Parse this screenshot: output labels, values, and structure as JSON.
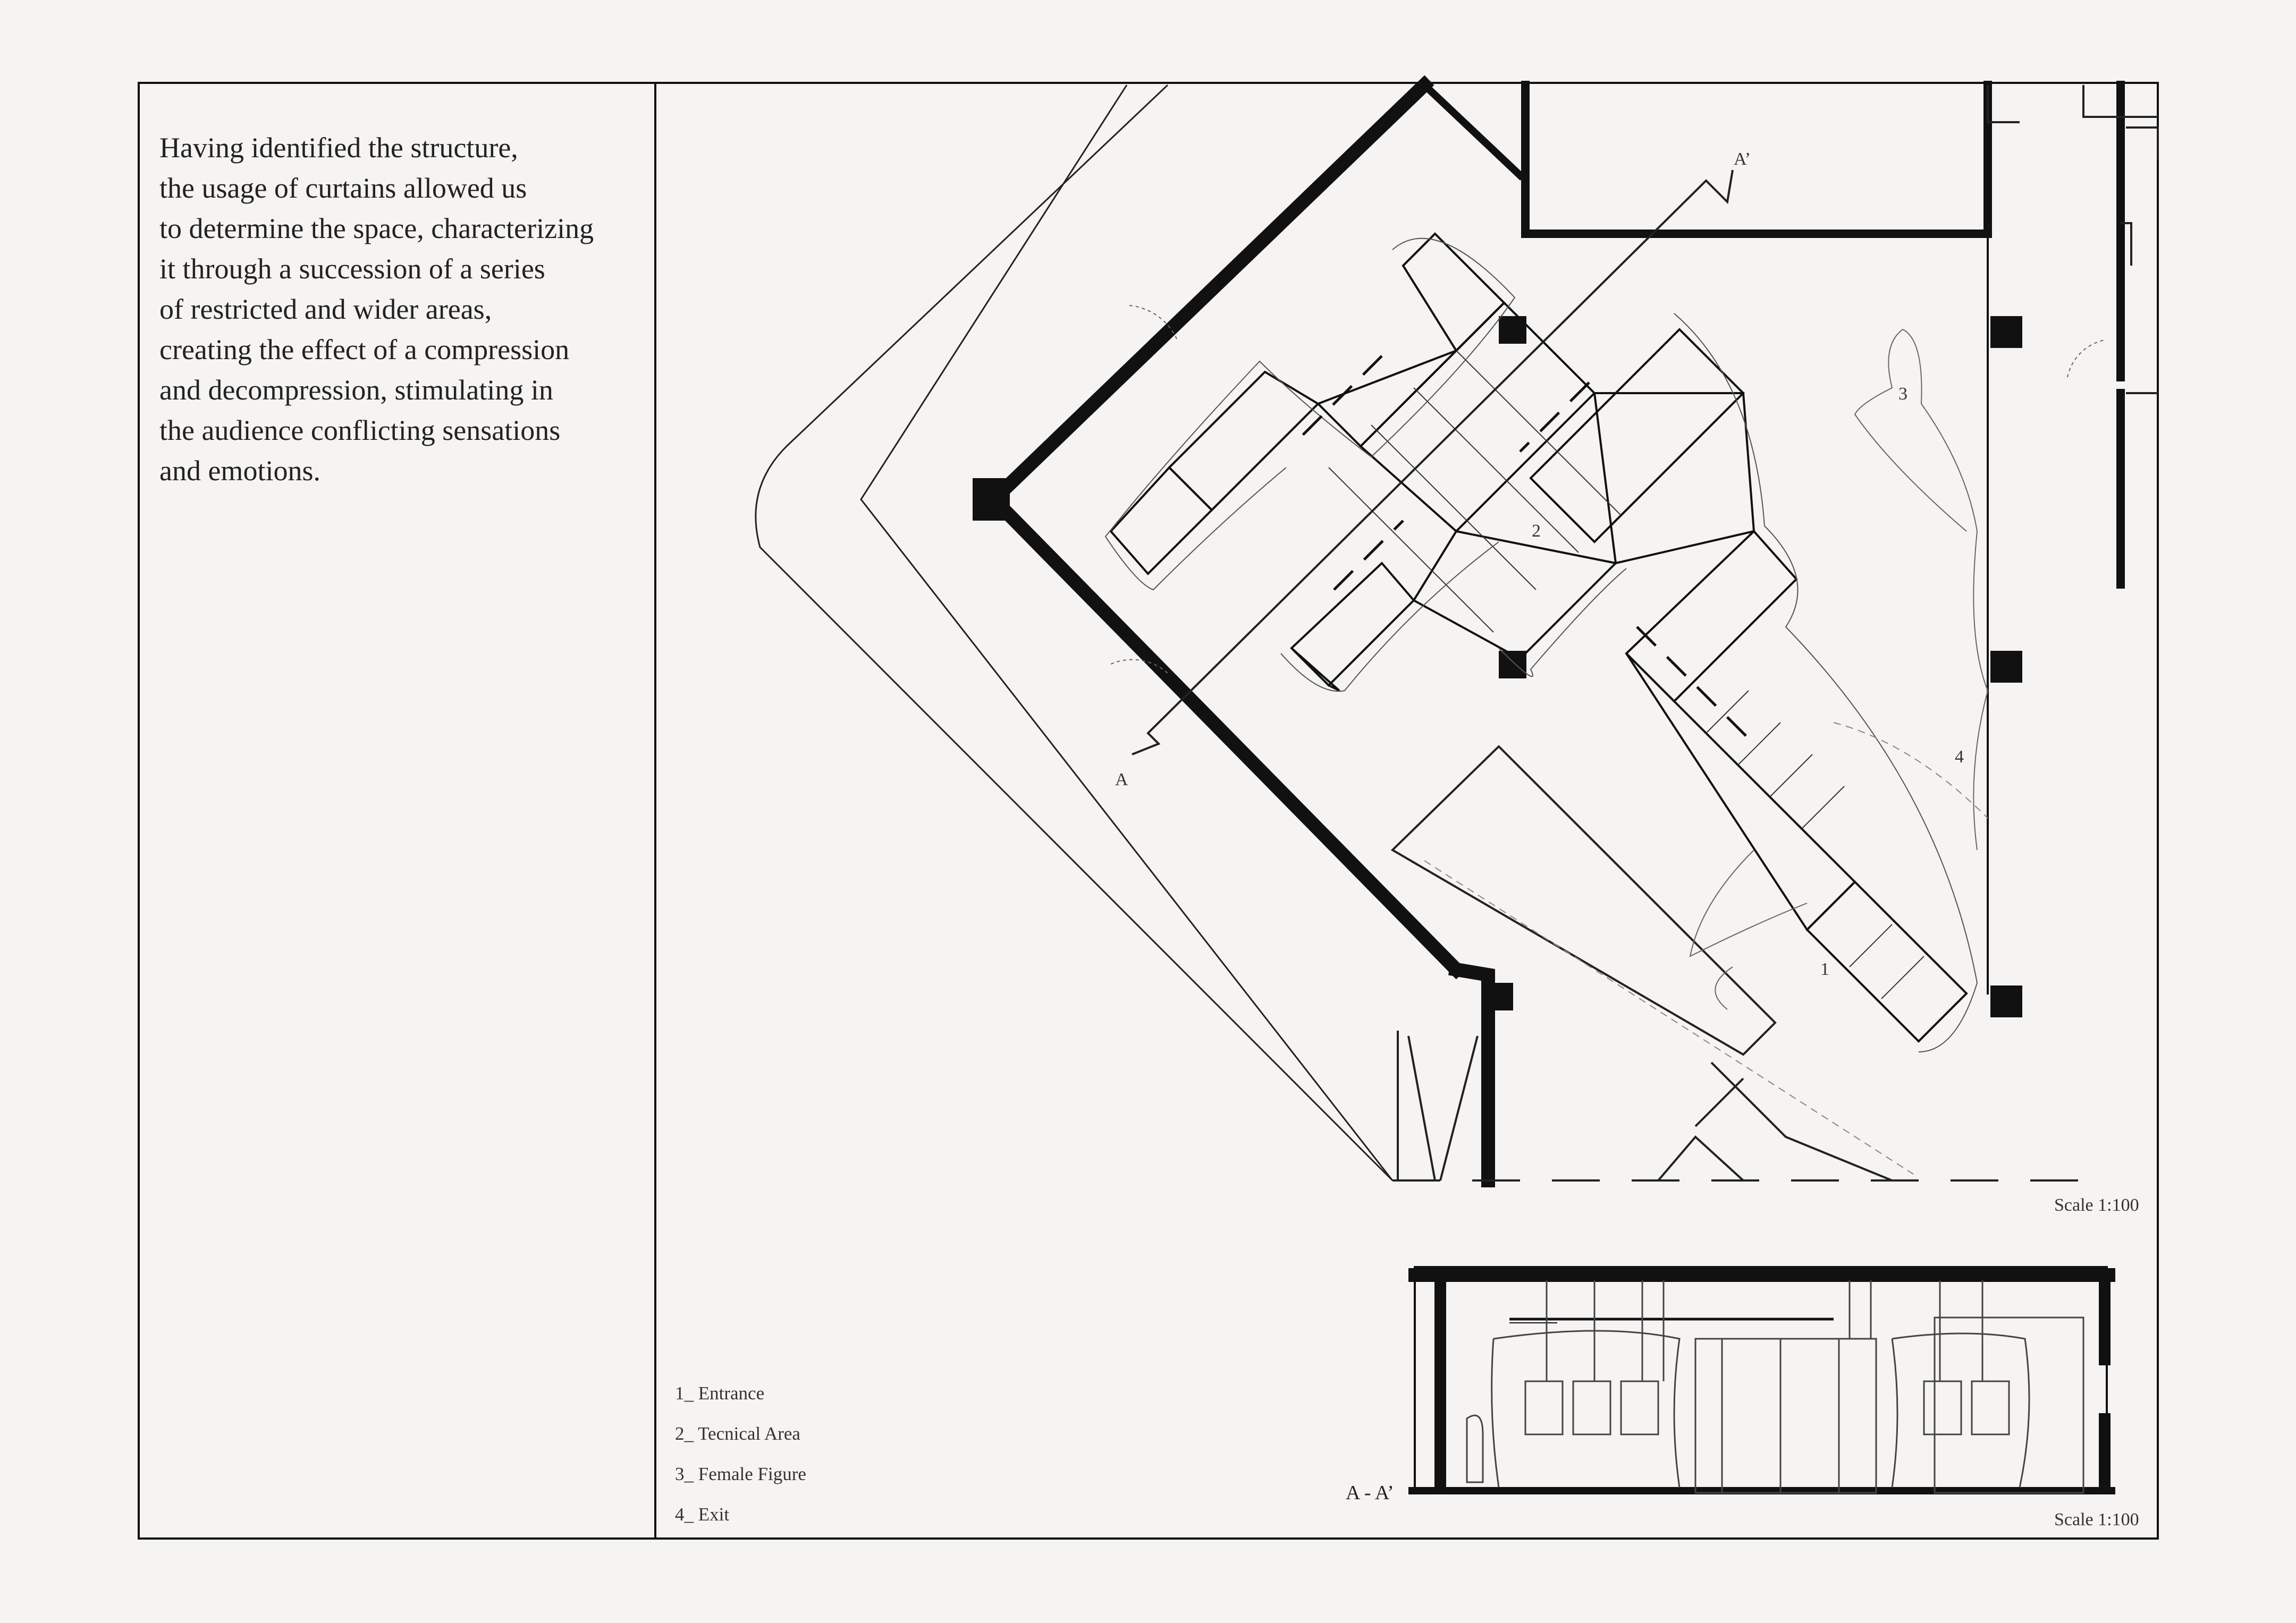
{
  "description": {
    "lines": [
      "Having identified the structure,",
      "the usage of curtains allowed us",
      "to determine the space, characterizing",
      "it through a succession of a series",
      "of restricted and wider areas,",
      "creating the effect of a compression",
      "and decompression, stimulating in",
      "the audience  conflicting sensations",
      "and emotions."
    ]
  },
  "legend": {
    "items": [
      "1_ Entrance",
      "2_ Tecnical Area",
      "3_ Female Figure",
      "4_ Exit"
    ]
  },
  "plan": {
    "scale_label": "Scale 1:100",
    "section_marker_start": "A",
    "section_marker_end": "A’",
    "area_numbers": [
      "1",
      "2",
      "3",
      "4"
    ]
  },
  "section": {
    "label": "A - A’",
    "scale_label": "Scale 1:100"
  }
}
